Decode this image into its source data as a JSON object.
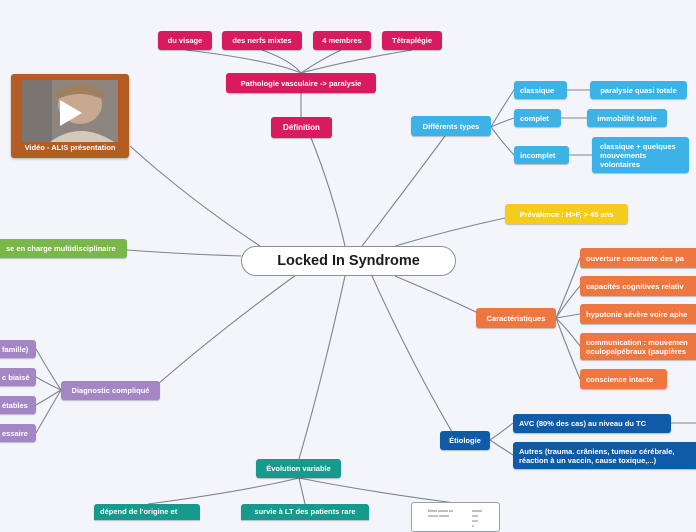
{
  "center": "Locked In Syndrome",
  "definition": {
    "label": "Définition",
    "pathologie": "Pathologie vasculaire -> paralysie",
    "children": [
      "du visage",
      "des nerfs mixtes",
      "4 membres",
      "Tétraplégie"
    ]
  },
  "video": {
    "label": "Vidéo - ALIS présentation",
    "icon": "play-icon"
  },
  "types": {
    "label": "Différents types",
    "items": [
      {
        "label": "classique",
        "detail": "paralysie quasi totale"
      },
      {
        "label": "complet",
        "detail": "immobilité totale"
      },
      {
        "label": "incomplet",
        "detail": "classique + quelques mouvements volontaires"
      }
    ]
  },
  "prevalence": "Prévalence : H>F, > 45 ans",
  "prise_en_charge": "se en charge multidisciplinaire",
  "caracteristiques": {
    "label": "Caractéristiques",
    "items": [
      "ouverture constante des pa",
      "capacités cognitives relativ",
      "hypotonie sévère voire aphe",
      "communication : mouvemen oculopalpébraux (paupières",
      "conscience intacte"
    ]
  },
  "diagnostic": {
    "label": "Diagnostic compliqué",
    "items": [
      "famille)",
      "c biaisé",
      "étables",
      "essaire"
    ]
  },
  "etiologie": {
    "label": "Étiologie",
    "items": [
      "AVC (80% des cas) au niveau du TC",
      "Autres (trauma. crâniens, tumeur cérébrale, réaction à un vaccin, cause toxique,...)"
    ]
  },
  "evolution": {
    "label": "Évolution variable",
    "items": [
      "dépend de l'origine et",
      "survie à LT des patients rare"
    ]
  },
  "doc_text": [
    "Mmm ooooo oo",
    "ooooo ooooo",
    "ooooo",
    "ooo",
    "ooo",
    "o"
  ],
  "colors": {
    "pink": "#d81b5f",
    "cyan": "#3cb2e6",
    "yellow": "#f5cc1b",
    "orange": "#ee7640",
    "navy": "#0f5ba8",
    "teal": "#159a8c",
    "purple": "#a586c4",
    "green": "#7ab648"
  }
}
